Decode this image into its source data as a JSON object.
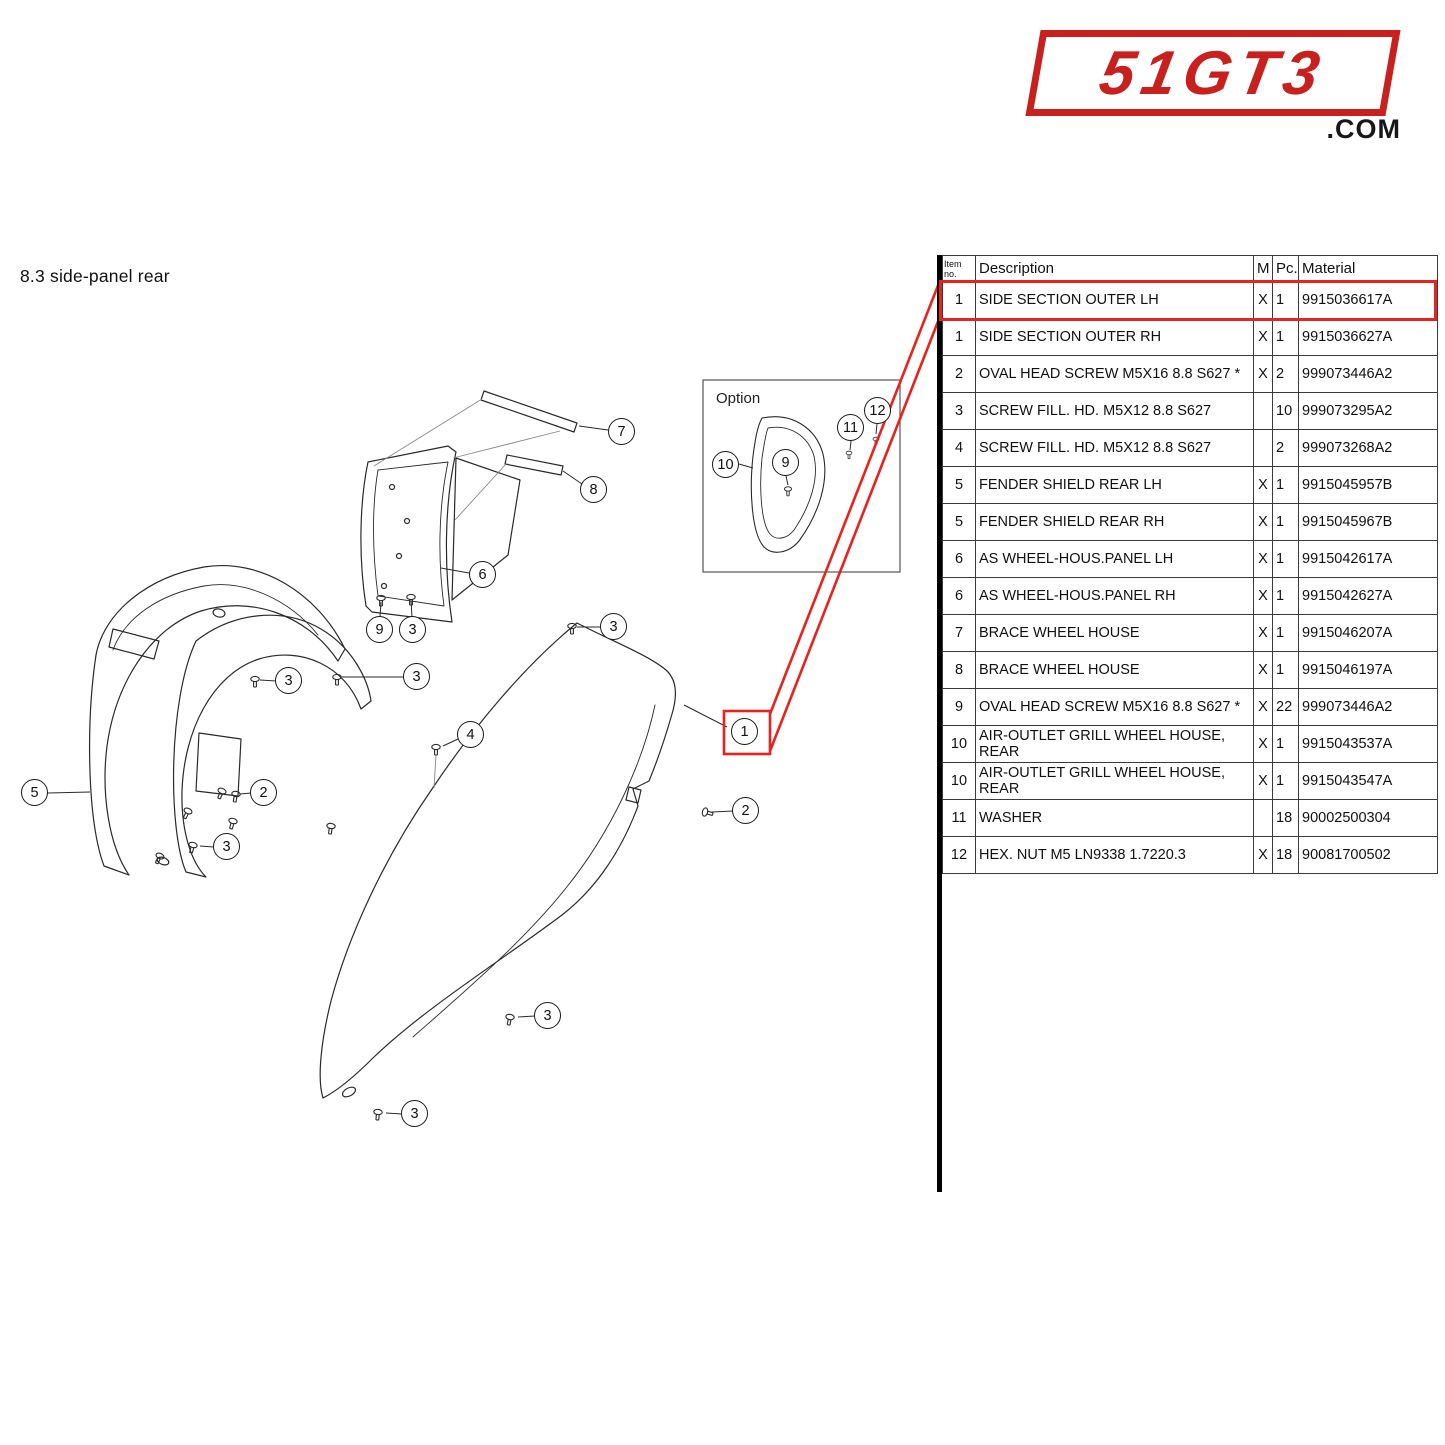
{
  "page": {
    "section_title": "8.3  side-panel rear",
    "logo_text": "51GT3",
    "logo_suffix": ".COM",
    "option_label": "Option"
  },
  "diagram": {
    "highlight_color": "#e8221c",
    "callouts": [
      "7",
      "8",
      "6",
      "9",
      "3",
      "3",
      "3",
      "3",
      "4",
      "1",
      "2",
      "2",
      "5",
      "3",
      "3",
      "3",
      "10",
      "9",
      "11",
      "12"
    ]
  },
  "table": {
    "headers": {
      "item": "Item no.",
      "description": "Description",
      "m": "M",
      "pc": "Pc.",
      "material": "Material"
    },
    "rows": [
      {
        "item": "1",
        "description": "SIDE SECTION OUTER LH",
        "m": "X",
        "pc": "1",
        "material": "9915036617A"
      },
      {
        "item": "1",
        "description": "SIDE SECTION OUTER RH",
        "m": "X",
        "pc": "1",
        "material": "9915036627A"
      },
      {
        "item": "2",
        "description": "OVAL HEAD SCREW M5X16 8.8 S627 *",
        "m": "X",
        "pc": "2",
        "material": "999073446A2"
      },
      {
        "item": "3",
        "description": "SCREW FILL. HD. M5X12 8.8 S627",
        "m": "",
        "pc": "10",
        "material": "999073295A2"
      },
      {
        "item": "4",
        "description": "SCREW FILL. HD. M5X12 8.8 S627",
        "m": "",
        "pc": "2",
        "material": "999073268A2"
      },
      {
        "item": "5",
        "description": "FENDER SHIELD REAR LH",
        "m": "X",
        "pc": "1",
        "material": "9915045957B"
      },
      {
        "item": "5",
        "description": "FENDER SHIELD REAR RH",
        "m": "X",
        "pc": "1",
        "material": "9915045967B"
      },
      {
        "item": "6",
        "description": "AS WHEEL-HOUS.PANEL LH",
        "m": "X",
        "pc": "1",
        "material": "9915042617A"
      },
      {
        "item": "6",
        "description": "AS WHEEL-HOUS.PANEL RH",
        "m": "X",
        "pc": "1",
        "material": "9915042627A"
      },
      {
        "item": "7",
        "description": "BRACE WHEEL HOUSE",
        "m": "X",
        "pc": "1",
        "material": "9915046207A"
      },
      {
        "item": "8",
        "description": "BRACE WHEEL HOUSE",
        "m": "X",
        "pc": "1",
        "material": "9915046197A"
      },
      {
        "item": "9",
        "description": "OVAL HEAD SCREW M5X16 8.8 S627 *",
        "m": "X",
        "pc": "22",
        "material": "999073446A2"
      },
      {
        "item": "10",
        "description": "AIR-OUTLET GRILL WHEEL HOUSE, REAR",
        "m": "X",
        "pc": "1",
        "material": "9915043537A"
      },
      {
        "item": "10",
        "description": "AIR-OUTLET GRILL WHEEL HOUSE, REAR",
        "m": "X",
        "pc": "1",
        "material": "9915043547A"
      },
      {
        "item": "11",
        "description": "WASHER",
        "m": "",
        "pc": "18",
        "material": "90002500304"
      },
      {
        "item": "12",
        "description": "HEX. NUT M5 LN9338 1.7220.3",
        "m": "X",
        "pc": "18",
        "material": "90081700502"
      }
    ]
  }
}
